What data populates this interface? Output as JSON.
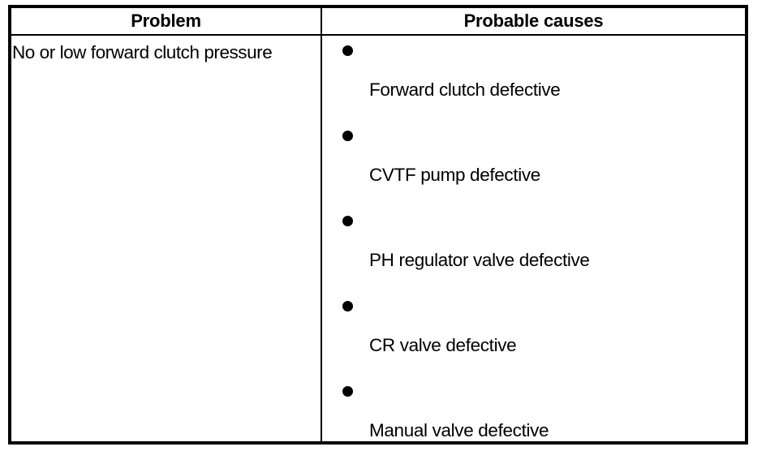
{
  "document": {
    "type": "troubleshooting-table",
    "colors": {
      "border": "#000000",
      "text": "#000000",
      "background": "#ffffff"
    }
  },
  "table": {
    "headers": {
      "problem": "Problem",
      "causes": "Probable causes"
    },
    "rows": [
      {
        "problem": "No or low forward clutch pressure",
        "causes": [
          {
            "bullet": "bullet-icon",
            "label": "Forward clutch defective"
          },
          {
            "bullet": "bullet-icon",
            "label": "CVTF pump defective"
          },
          {
            "bullet": "bullet-icon",
            "label": "PH regulator valve defective"
          },
          {
            "bullet": "bullet-icon",
            "label": "CR valve defective"
          },
          {
            "bullet": "bullet-icon",
            "label": "Manual valve defective"
          }
        ]
      }
    ]
  }
}
